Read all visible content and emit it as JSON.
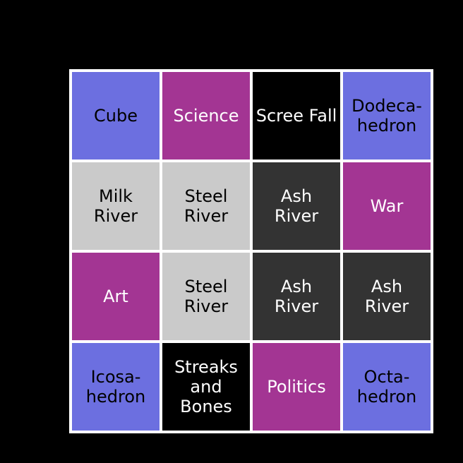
{
  "colors": {
    "page_background": "#000000",
    "grid_lines": "#ffffff",
    "blue": "#6c6fe0",
    "purple": "#a33593",
    "black": "#000000",
    "light_gray": "#cacaca",
    "dark_gray": "#333333",
    "text_dark": "#000000",
    "text_light": "#ffffff"
  },
  "board": {
    "tiles": [
      {
        "label": "Cube",
        "color": "blue"
      },
      {
        "label": "Science",
        "color": "purple"
      },
      {
        "label": "Scree Fall",
        "color": "black"
      },
      {
        "label": "Dodeca-\nhedron",
        "color": "blue"
      },
      {
        "label": "Milk\nRiver",
        "color": "light_gray"
      },
      {
        "label": "Steel\nRiver",
        "color": "light_gray"
      },
      {
        "label": "Ash\nRiver",
        "color": "dark_gray"
      },
      {
        "label": "War",
        "color": "purple"
      },
      {
        "label": "Art",
        "color": "purple"
      },
      {
        "label": "Steel\nRiver",
        "color": "light_gray"
      },
      {
        "label": "Ash\nRiver",
        "color": "dark_gray"
      },
      {
        "label": "Ash\nRiver",
        "color": "dark_gray"
      },
      {
        "label": "Icosa-\nhedron",
        "color": "blue"
      },
      {
        "label": "Streaks\nand Bones",
        "color": "black"
      },
      {
        "label": "Politics",
        "color": "purple"
      },
      {
        "label": "Octa-\nhedron",
        "color": "blue"
      }
    ]
  }
}
